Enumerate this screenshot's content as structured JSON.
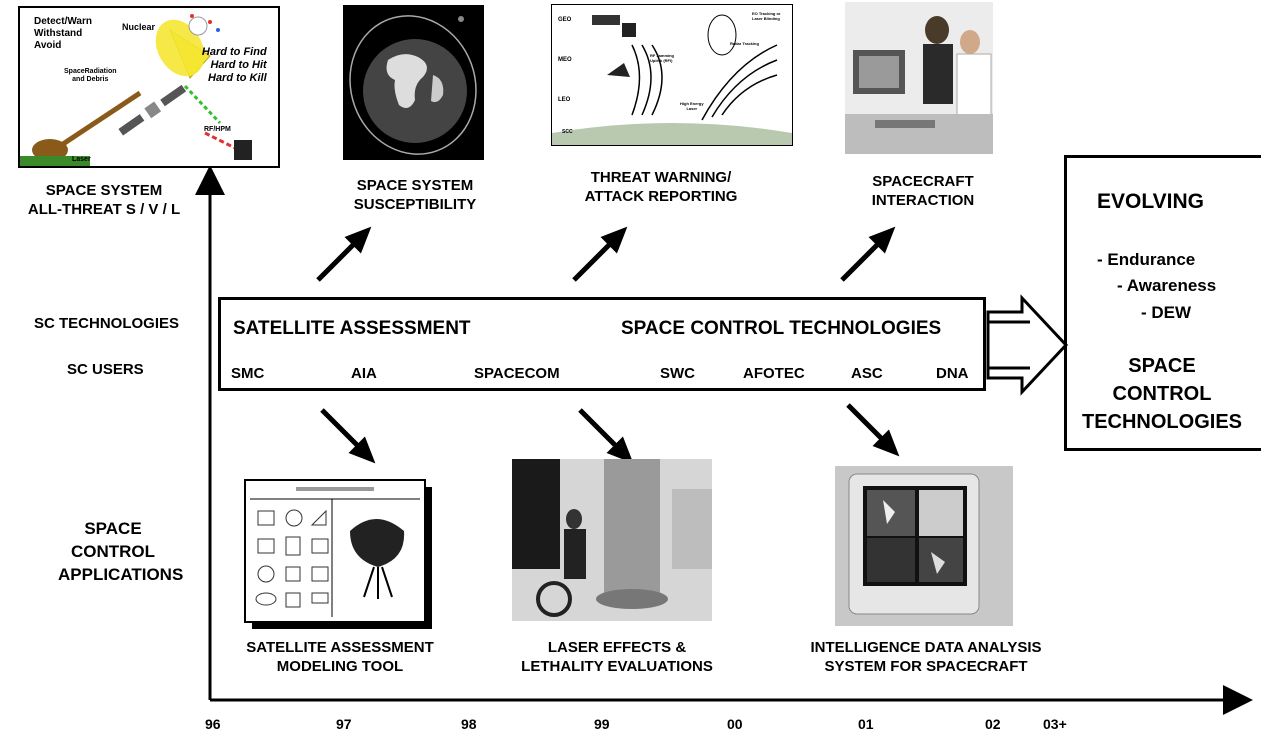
{
  "years": [
    "96",
    "97",
    "98",
    "99",
    "00",
    "01",
    "02",
    "03+"
  ],
  "left_labels": {
    "sc_technologies": "SC TECHNOLOGIES",
    "sc_users": "SC USERS",
    "applications": [
      "SPACE",
      "CONTROL",
      "APPLICATIONS"
    ]
  },
  "top_captions": {
    "all_threat": [
      "SPACE SYSTEM",
      "ALL-THREAT S / V / L"
    ],
    "susceptibility": [
      "SPACE SYSTEM",
      "SUSCEPTIBILITY"
    ],
    "threat_warning": [
      "THREAT WARNING/",
      "ATTACK REPORTING"
    ],
    "interaction": [
      "SPACECRAFT",
      "INTERACTION"
    ]
  },
  "bottom_captions": {
    "modeling_tool": [
      "SATELLITE ASSESSMENT",
      "MODELING TOOL"
    ],
    "laser_effects": [
      "LASER EFFECTS &",
      "LETHALITY EVALUATIONS"
    ],
    "intel_system": [
      "INTELLIGENCE DATA ANALYSIS",
      "SYSTEM FOR SPACECRAFT"
    ]
  },
  "central_box": {
    "left_heading": "SATELLITE ASSESSMENT",
    "right_heading": "SPACE CONTROL TECHNOLOGIES",
    "users": [
      "SMC",
      "AIA",
      "SPACECOM",
      "SWC",
      "AFOTEC",
      "ASC",
      "DNA"
    ]
  },
  "evolving_box": {
    "heading": "EVOLVING",
    "items": [
      "- Endurance",
      "- Awareness",
      "- DEW"
    ],
    "footer": [
      "SPACE",
      "CONTROL",
      "TECHNOLOGIES"
    ]
  },
  "threat_image_text": {
    "detect": "Detect/Warn",
    "withstand": "Withstand",
    "avoid": "Avoid",
    "nuclear": "Nuclear",
    "hard_find": "Hard to Find",
    "hard_hit": "Hard to Hit",
    "hard_kill": "Hard to Kill",
    "radiation": "SpaceRadiation",
    "debris": "and Debris",
    "rfhpm": "RF/HPM",
    "laser": "Laser"
  },
  "orbit_image_text": {
    "geo": "GEO",
    "meo": "MEO",
    "leo": "LEO",
    "scc": "SCC",
    "eo": "EO Tracking or",
    "laser_blinding": "Laser Blinding",
    "rf_jamming": "RF Jamming",
    "uplink": "Uplink (RFI)",
    "radar": "Radar Tracking",
    "hel": "High Energy",
    "hel2": "Laser"
  },
  "colors": {
    "ink": "#000000",
    "nuclear": "#f5e632",
    "rf": "#e03030",
    "laser": "#30c030"
  }
}
